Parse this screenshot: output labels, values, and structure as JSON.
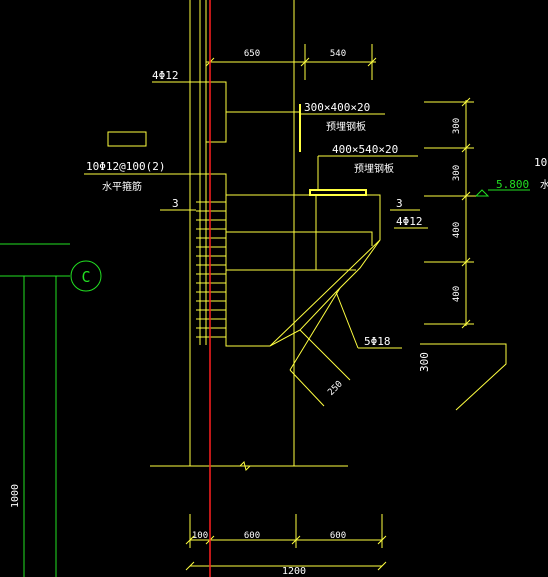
{
  "drawing": {
    "colors": {
      "background": "#000000",
      "linework": "#ffff40",
      "text": "#ffffff",
      "axis": "#ff2020",
      "grid": "#22e022"
    },
    "grid_bubble": "C",
    "labels": {
      "bars_top": "4Φ12",
      "horiz_bars": "10Φ12@100(2)",
      "horiz_bars_name": "水平箍筋",
      "section_mark_left": "3",
      "section_mark_right": "3",
      "bars_right": "4Φ12",
      "plate1": "300×400×20",
      "plate1_name": "预埋钢板",
      "plate2": "400×540×20",
      "plate2_name": "预埋钢板",
      "diag_bars": "5Φ18",
      "level": "5.800",
      "right_edge": "10",
      "right_edge2": "水"
    },
    "dimensions": {
      "top": [
        "650",
        "540"
      ],
      "right": [
        "300",
        "300",
        "400",
        "400"
      ],
      "diag": "250",
      "side_300": "300",
      "left_vertical": "1000",
      "bottom": [
        "100",
        "600",
        "600"
      ],
      "bottom_total": "1200"
    }
  }
}
